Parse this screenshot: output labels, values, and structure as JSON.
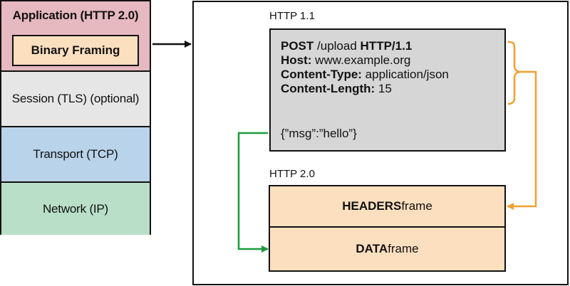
{
  "stack": {
    "application": "Application (HTTP 2.0)",
    "binary_framing": "Binary Framing",
    "session": "Session (TLS) (optional)",
    "transport": "Transport (TCP)",
    "network": "Network (IP)"
  },
  "http11": {
    "caption": "HTTP 1.1",
    "line1_method": "POST",
    "line1_path": " /upload ",
    "line1_version": "HTTP/1.1",
    "line2_key": "Host:",
    "line2_val": " www.example.org",
    "line3_key": "Content-Type:",
    "line3_val": " application/json",
    "line4_key": "Content-Length:",
    "line4_val": " 15",
    "body": "{”msg”:”hello”}"
  },
  "http2": {
    "caption": "HTTP 2.0",
    "headers_bold": "HEADERS",
    "headers_rest": " frame",
    "data_bold": "DATA",
    "data_rest": " frame"
  },
  "colors": {
    "application": "#e6b8bf",
    "binary_framing": "#fbdfbf",
    "session": "#e6e6e6",
    "transport": "#b9d3ea",
    "network": "#b9dfc8",
    "http11_box": "#d6d6d6",
    "frames": "#fbdfbf",
    "orange_arrow": "#f0a030",
    "green_arrow": "#1a9a3c"
  }
}
